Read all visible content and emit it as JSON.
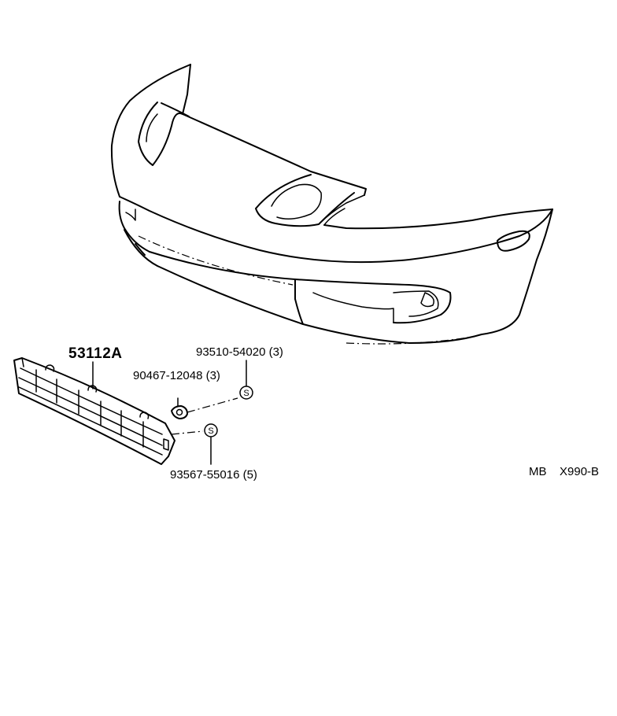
{
  "parts": {
    "grille": {
      "number": "53112A"
    },
    "clip_upper": {
      "number": "93510-54020",
      "qty": "(3)",
      "symbol": "S"
    },
    "nut": {
      "number": "90467-12048",
      "qty": "(3)"
    },
    "clip_lower": {
      "number": "93567-55016",
      "qty": "(5)",
      "symbol": "S"
    }
  },
  "footer": {
    "code_left": "MB",
    "code_right": "X990-B"
  }
}
